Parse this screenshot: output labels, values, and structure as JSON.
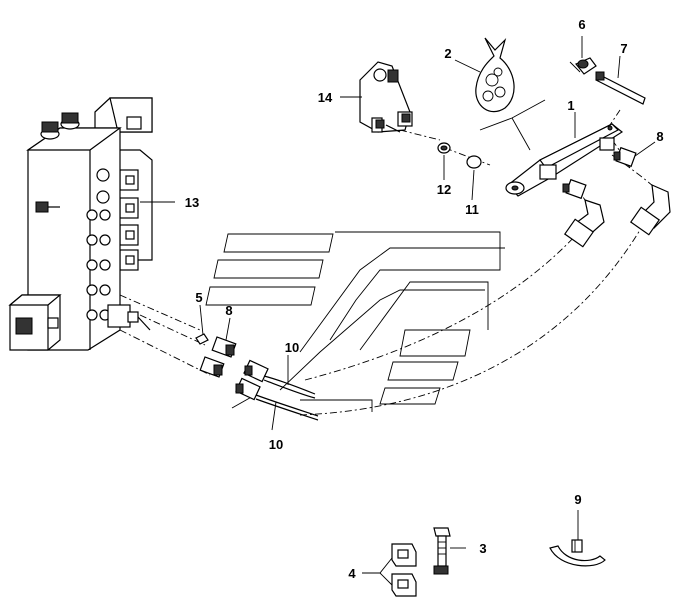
{
  "callouts": {
    "c1": "1",
    "c2": "2",
    "c3": "3",
    "c4": "4",
    "c5": "5",
    "c6": "6",
    "c7": "7",
    "c8a": "8",
    "c8b": "8",
    "c9": "9",
    "c10a": "10",
    "c10b": "10",
    "c11": "11",
    "c12": "12",
    "c13": "13",
    "c14": "14"
  }
}
